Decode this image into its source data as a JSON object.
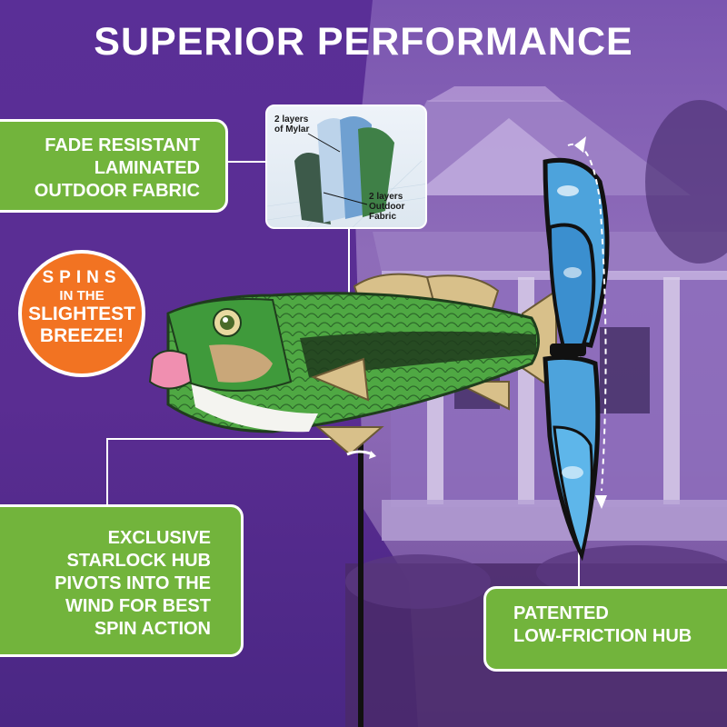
{
  "title": "SUPERIOR PERFORMANCE",
  "callouts": {
    "fabric": [
      "FADE RESISTANT",
      "LAMINATED",
      "OUTDOOR FABRIC"
    ],
    "hub": [
      "EXCLUSIVE",
      "STARLOCK HUB",
      "PIVOTS INTO THE",
      "WIND FOR BEST",
      "SPIN ACTION"
    ],
    "friction": [
      "PATENTED",
      "LOW-FRICTION HUB"
    ]
  },
  "badge": {
    "line1": "SPINS",
    "line2": "IN THE",
    "line3": "SLIGHTEST",
    "line4": "BREEZE!"
  },
  "diagram": {
    "mylar_label_1": "2 layers",
    "mylar_label_2": "of Mylar",
    "fabric_label_1": "2 layers",
    "fabric_label_2": "Outdoor",
    "fabric_label_3": "Fabric"
  },
  "colors": {
    "callout_green": "#72b43c",
    "badge_orange": "#f27322",
    "background_purple": "#5a2f97",
    "fish_green": "#3f9a3b",
    "spinner_blue": "#4da3dc"
  },
  "icons": [
    "bass-fish-illustration",
    "spinner-blade-icon",
    "rotation-arrow-icon",
    "house-photo"
  ]
}
